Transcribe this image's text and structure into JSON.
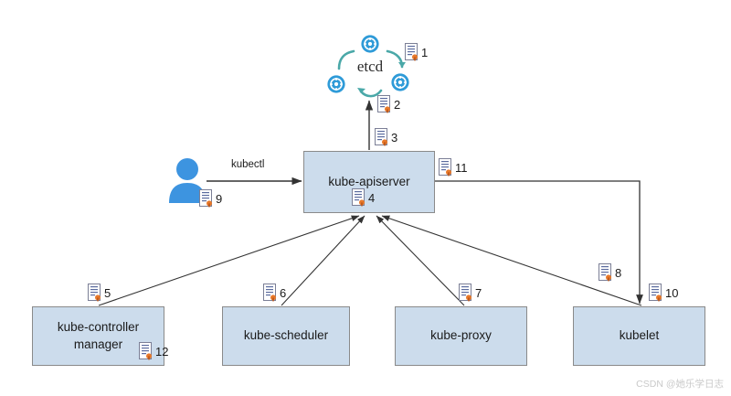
{
  "diagram": {
    "title": "Kubernetes control plane component interaction diagram",
    "watermark": "CSDN @她乐学日志",
    "colors": {
      "box_fill": "#ccdcec",
      "box_border": "#8a8a8a",
      "line": "#404040",
      "etcd_blue": "#2f9bd8",
      "etcd_arc": "#4aa8a8",
      "user_blue": "#3d94e0",
      "doc_seal": "#e8792a",
      "watermark_gray": "#c9c9c9"
    },
    "nodes": [
      {
        "id": "apiserver",
        "label": "kube-apiserver"
      },
      {
        "id": "controller",
        "label": "kube-controller\nmanager"
      },
      {
        "id": "scheduler",
        "label": "kube-scheduler"
      },
      {
        "id": "proxy",
        "label": "kube-proxy"
      },
      {
        "id": "kubelet",
        "label": "kubelet"
      },
      {
        "id": "etcd",
        "label": "etcd"
      }
    ],
    "node_labels": {
      "apiserver": "kube-apiserver",
      "controller_line1": "kube-controller",
      "controller_line2": "manager",
      "scheduler": "kube-scheduler",
      "proxy": "kube-proxy",
      "kubelet": "kubelet",
      "etcd": "etcd"
    },
    "edge_captions": {
      "kubectl": "kubectl"
    },
    "doc_badges": [
      {
        "id": "badge-1",
        "number": "1",
        "near": "etcd-cluster"
      },
      {
        "id": "badge-2",
        "number": "2",
        "near": "etcd-apiserver-link-upper"
      },
      {
        "id": "badge-3",
        "number": "3",
        "near": "etcd-apiserver-link-lower"
      },
      {
        "id": "badge-4",
        "number": "4",
        "near": "kube-apiserver"
      },
      {
        "id": "badge-5",
        "number": "5",
        "near": "kube-controller-manager-link"
      },
      {
        "id": "badge-6",
        "number": "6",
        "near": "kube-scheduler-link"
      },
      {
        "id": "badge-7",
        "number": "7",
        "near": "kube-proxy-link"
      },
      {
        "id": "badge-8",
        "number": "8",
        "near": "kubelet-link"
      },
      {
        "id": "badge-9",
        "number": "9",
        "near": "user-actor"
      },
      {
        "id": "badge-10",
        "number": "10",
        "near": "kubelet-top"
      },
      {
        "id": "badge-11",
        "number": "11",
        "near": "apiserver-right-link"
      },
      {
        "id": "badge-12",
        "number": "12",
        "near": "kube-controller-manager-box"
      }
    ],
    "icons": {
      "etcd_node": "kubernetes-wheel-icon",
      "user": "user-person-icon",
      "document": "document-seal-icon"
    }
  }
}
